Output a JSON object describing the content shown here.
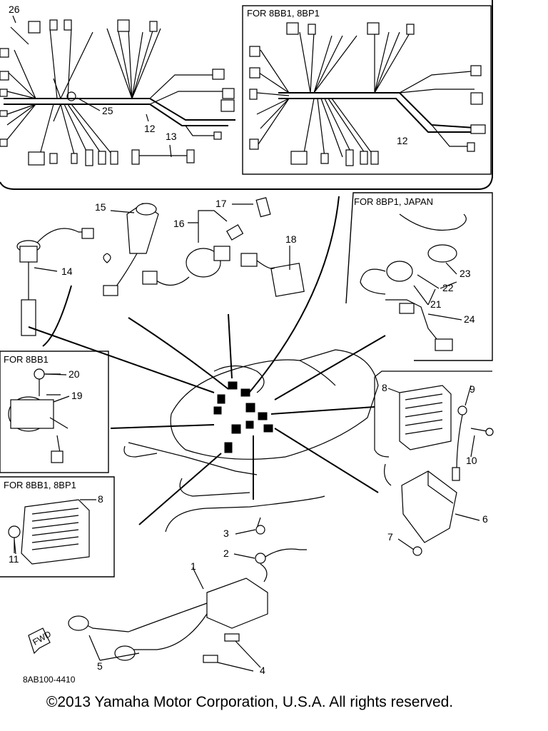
{
  "diagram": {
    "drawing_code": "8AB100-4410",
    "copyright": "©2013 Yamaha Motor Corporation, U.S.A. All rights reserved.",
    "boxes": {
      "harness_alt": "FOR 8BB1, 8BP1",
      "japan_key": "FOR 8BP1, JAPAN",
      "starter_8bb1": "FOR 8BB1",
      "rectifier_alt": "FOR 8BB1, 8BP1",
      "fwd_arrow": "FWD"
    },
    "callouts": {
      "n1": "1",
      "n2": "2",
      "n3": "3",
      "n4": "4",
      "n5": "5",
      "n6": "6",
      "n7": "7",
      "n8": "8",
      "n9": "9",
      "n10": "10",
      "n11": "11",
      "n12": "12",
      "n13": "13",
      "n14": "14",
      "n15": "15",
      "n16": "16",
      "n17": "17",
      "n18": "18",
      "n19": "19",
      "n20": "20",
      "n21": "21",
      "n22": "22",
      "n23": "23",
      "n24": "24",
      "n25": "25",
      "n26": "26"
    }
  }
}
